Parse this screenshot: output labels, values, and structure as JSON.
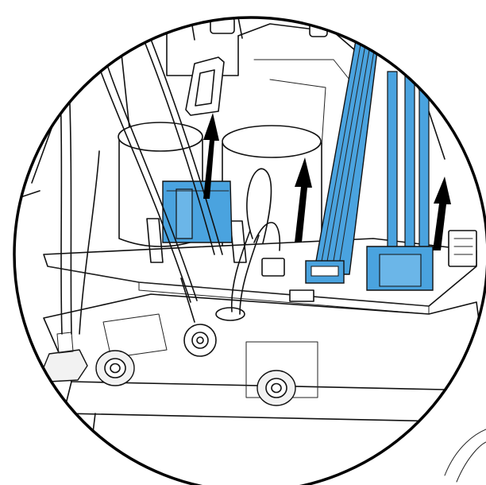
{
  "colors": {
    "background": "#ffffff",
    "line": "#111111",
    "accent_blue": "#4aa3df",
    "accent_blue_dark": "#1f6fa8",
    "arrow": "#000000"
  },
  "icons": {
    "direction_arrow": "arrow-up-icon",
    "detail_lens": "magnifier-circle"
  },
  "arrows": [
    {
      "name": "lift-arrow-left-connector",
      "direction": "up"
    },
    {
      "name": "lift-arrow-center",
      "direction": "up"
    },
    {
      "name": "lift-arrow-right",
      "direction": "up"
    }
  ],
  "highlighted_parts": [
    "connector-left-blue",
    "ribbon-cable-blue",
    "connector-right-blue"
  ]
}
